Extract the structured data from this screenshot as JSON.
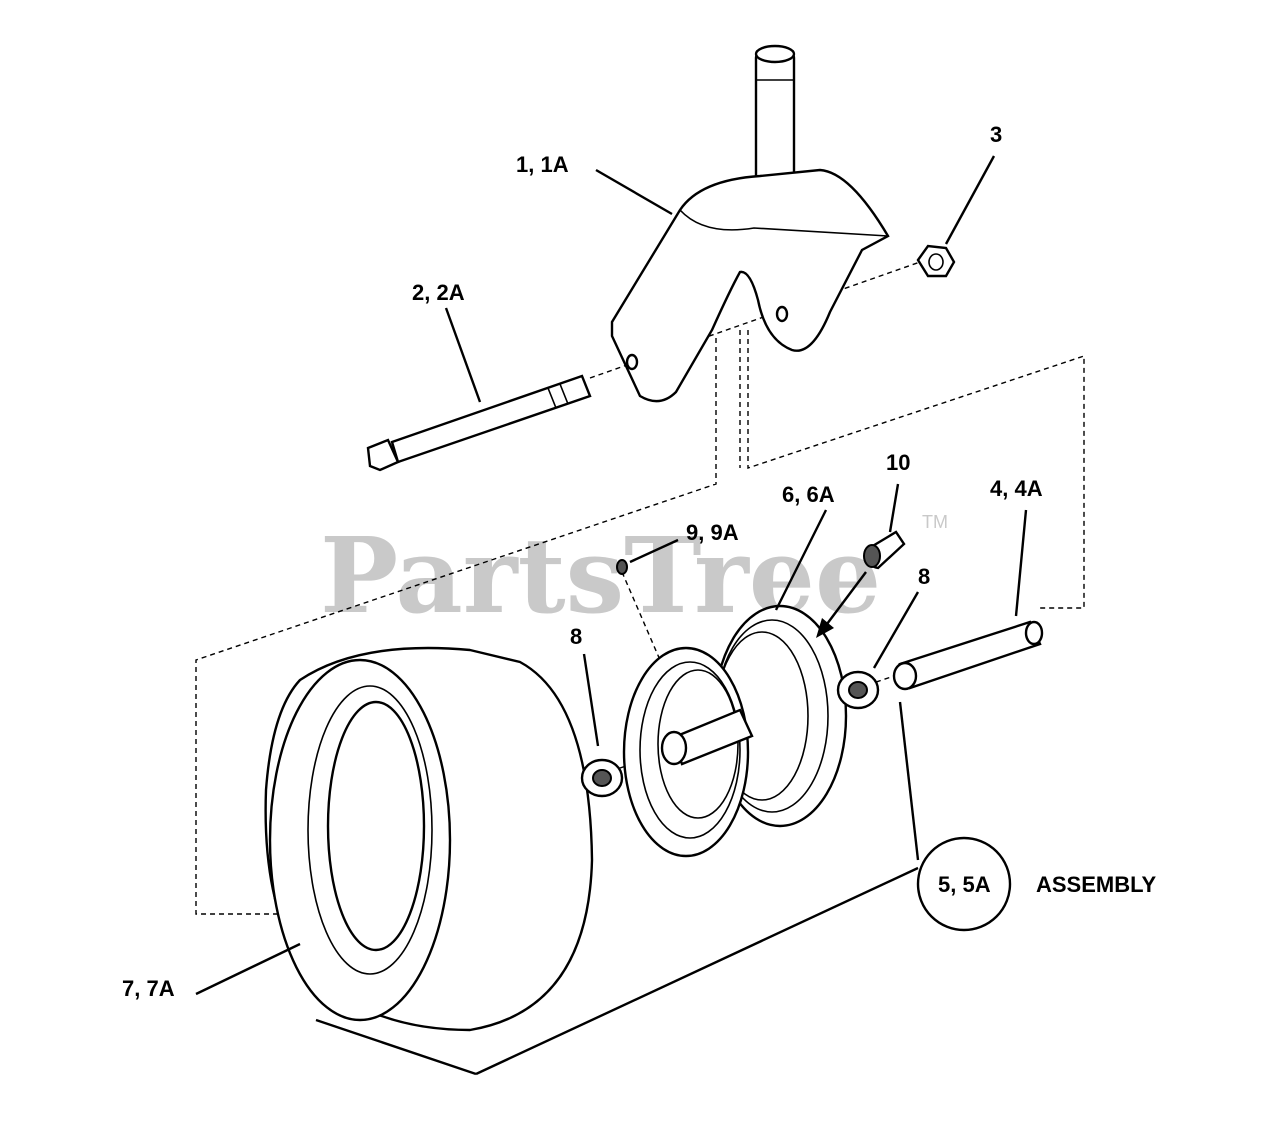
{
  "watermark": {
    "text": "PartsTree",
    "tm": "TM"
  },
  "callouts": {
    "fork": "1, 1A",
    "bolt": "2, 2A",
    "nut": "3",
    "spacer": "4, 4A",
    "assembly_number": "5, 5A",
    "assembly_word": "ASSEMBLY",
    "rim": "6, 6A",
    "tire": "7, 7A",
    "bearing_left": "8",
    "bearing_right": "8",
    "grease_fitting": "9, 9A",
    "valve_stem": "10"
  }
}
